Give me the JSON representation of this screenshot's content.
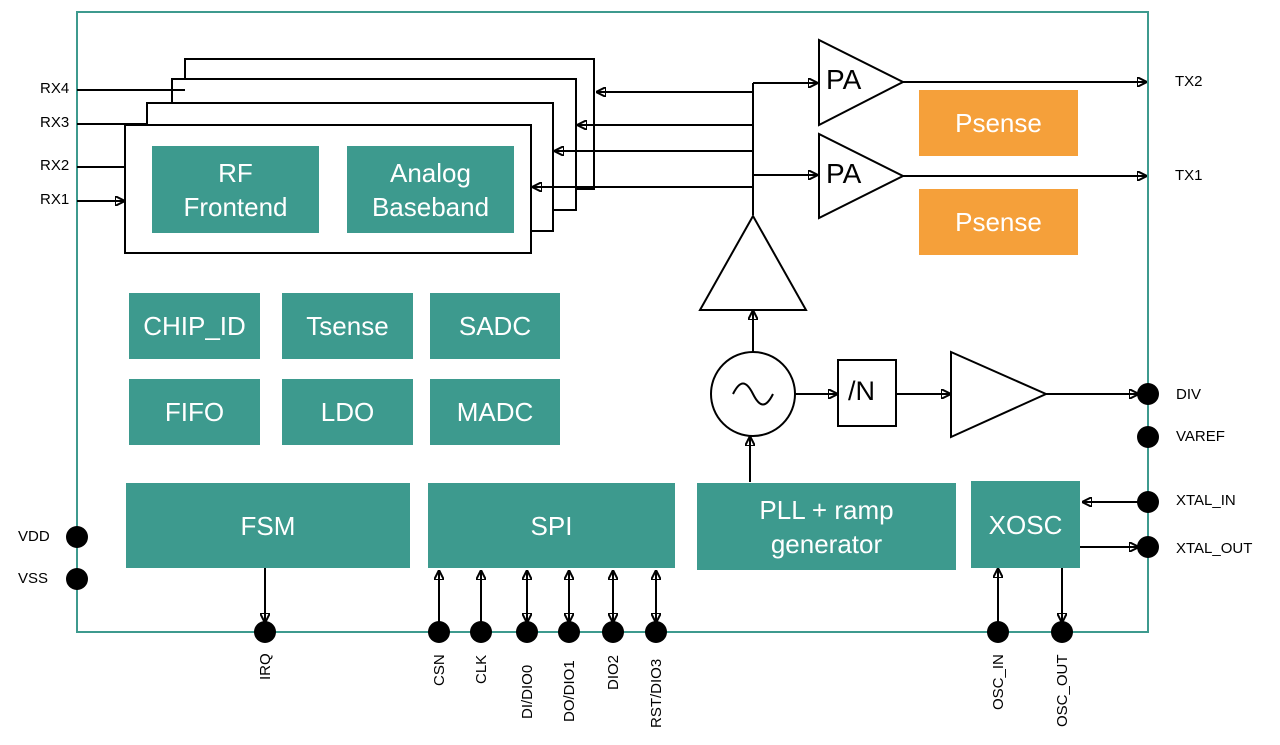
{
  "blocks": {
    "rf_frontend": "RF\nFrontend",
    "analog_baseband": "Analog\nBaseband",
    "psense_tx2": "Psense",
    "psense_tx1": "Psense",
    "chip_id": "CHIP_ID",
    "tsense": "Tsense",
    "sadc": "SADC",
    "fifo": "FIFO",
    "ldo": "LDO",
    "madc": "MADC",
    "fsm": "FSM",
    "spi": "SPI",
    "pll": "PLL + ramp\ngenerator",
    "xosc": "XOSC"
  },
  "symbols": {
    "pa_top": "PA",
    "pa_bottom": "PA",
    "divider": "/N"
  },
  "pins": {
    "left": {
      "rx4": "RX4",
      "rx3": "RX3",
      "rx2": "RX2",
      "rx1": "RX1",
      "vdd": "VDD",
      "vss": "VSS"
    },
    "right": {
      "tx2": "TX2",
      "tx1": "TX1",
      "div": "DIV",
      "varef": "VAREF",
      "xtal_in": "XTAL_IN",
      "xtal_out": "XTAL_OUT"
    },
    "bottom": {
      "irq": "IRQ",
      "csn": "CSN",
      "clk": "CLK",
      "dio0": "DI/DIO0",
      "dio1": "DO/DIO1",
      "dio2": "DIO2",
      "dio3": "RST/DIO3",
      "osc_in": "OSC_IN",
      "osc_out": "OSC_OUT"
    }
  },
  "colors": {
    "border": "#3d9a8e",
    "block": "#3d9a8e",
    "psense": "#f5a03a"
  }
}
